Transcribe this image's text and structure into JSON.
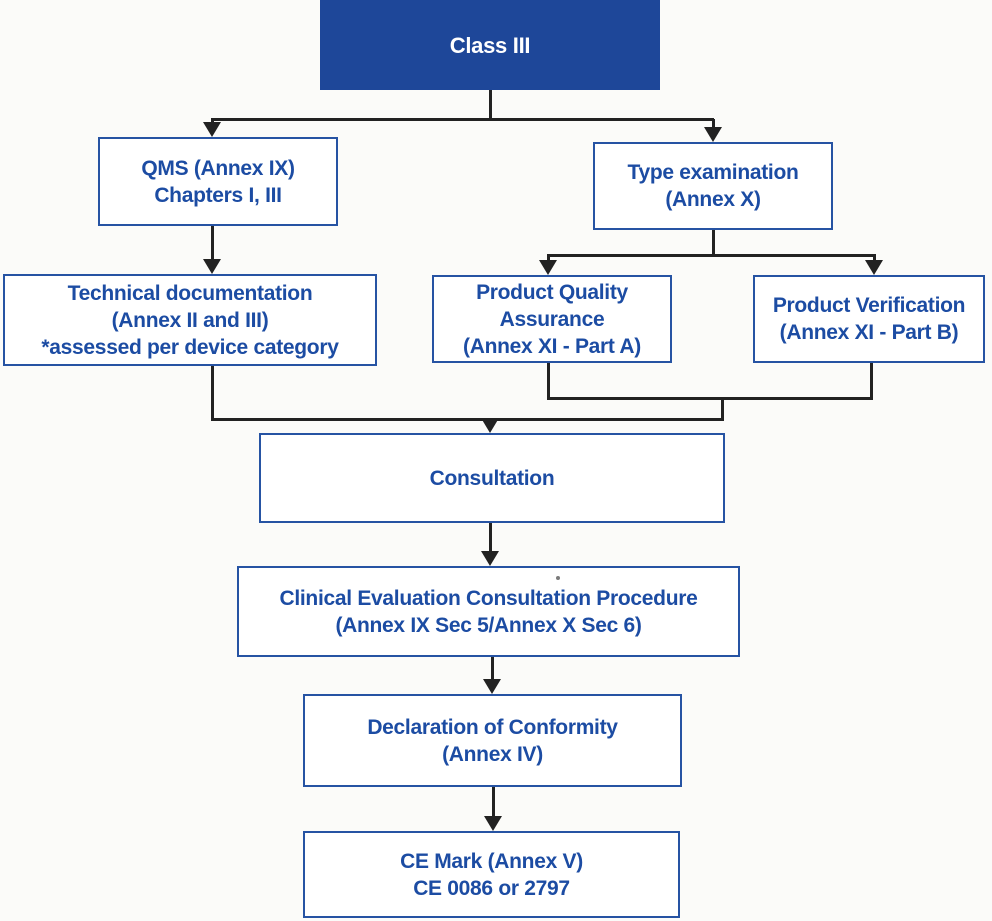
{
  "colors": {
    "node_fill_blue": "#1E4799",
    "node_border_blue": "#2653A3",
    "node_text_blue": "#1C4CA3",
    "connector_black": "#222222",
    "class_iii_text_white": "#FFFFFF"
  },
  "nodes": {
    "class_iii": {
      "label": "Class III"
    },
    "qms": {
      "line1": "QMS (Annex IX)",
      "line2": "Chapters I, III"
    },
    "type_exam": {
      "line1": "Type examination",
      "line2": "(Annex X)"
    },
    "tech_doc": {
      "line1": "Technical documentation",
      "line2": "(Annex II and III)",
      "line3": "*assessed per device category"
    },
    "pqa": {
      "line1": "Product Quality",
      "line2": "Assurance",
      "line3": "(Annex XI - Part A)"
    },
    "pv": {
      "line1": "Product Verification",
      "line2": "(Annex XI - Part B)"
    },
    "consultation": {
      "label": "Consultation"
    },
    "cecp": {
      "line1": "Clinical Evaluation Consultation Procedure",
      "line2": "(Annex IX Sec 5/Annex X Sec 6)"
    },
    "declaration": {
      "line1": "Declaration of Conformity",
      "line2": "(Annex IV)"
    },
    "ce_mark": {
      "line1": "CE Mark (Annex V)",
      "line2": "CE 0086 or 2797"
    }
  },
  "edges": [
    {
      "from": "class_iii",
      "to": "qms"
    },
    {
      "from": "class_iii",
      "to": "type_exam"
    },
    {
      "from": "qms",
      "to": "tech_doc"
    },
    {
      "from": "type_exam",
      "to": "pqa"
    },
    {
      "from": "type_exam",
      "to": "pv"
    },
    {
      "from": "tech_doc",
      "to": "consultation"
    },
    {
      "from": "pqa",
      "to": "consultation"
    },
    {
      "from": "pv",
      "to": "consultation"
    },
    {
      "from": "consultation",
      "to": "cecp"
    },
    {
      "from": "cecp",
      "to": "declaration"
    },
    {
      "from": "declaration",
      "to": "ce_mark"
    }
  ]
}
